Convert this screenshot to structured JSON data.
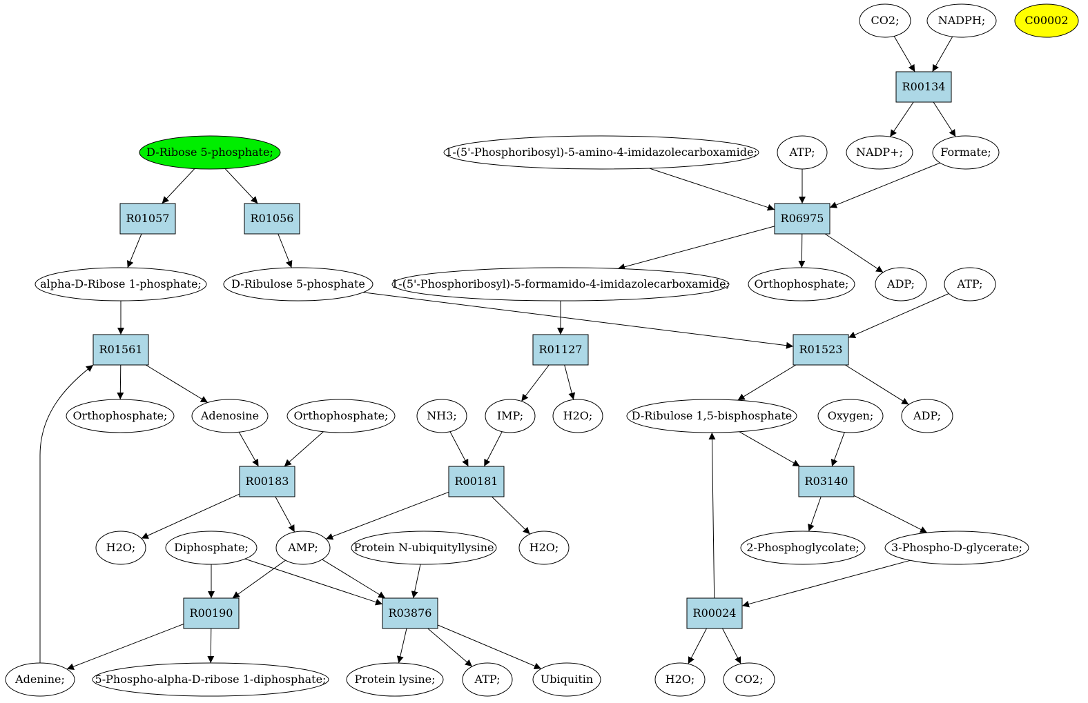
{
  "colors": {
    "reaction_fill": "#add8e6",
    "compound_fill": "#ffffff",
    "highlight_green": "#00ee00",
    "highlight_yellow": "#ffff00",
    "stroke": "#000000"
  },
  "nodes": {
    "co2_a": {
      "label": "CO2;",
      "kind": "compound"
    },
    "nadph": {
      "label": "NADPH;",
      "kind": "compound"
    },
    "c00002": {
      "label": "C00002",
      "kind": "compound",
      "highlight": "yellow"
    },
    "r00134": {
      "label": "R00134",
      "kind": "reaction"
    },
    "nadp": {
      "label": "NADP+;",
      "kind": "compound"
    },
    "formate": {
      "label": "Formate;",
      "kind": "compound"
    },
    "aicar": {
      "label": "1-(5'-Phosphoribosyl)-5-amino-4-imidazolecarboxamide;",
      "kind": "compound"
    },
    "atp_a": {
      "label": "ATP;",
      "kind": "compound"
    },
    "r06975": {
      "label": "R06975",
      "kind": "reaction"
    },
    "r5p": {
      "label": "D-Ribose 5-phosphate;",
      "kind": "compound",
      "highlight": "green"
    },
    "r01057": {
      "label": "R01057",
      "kind": "reaction"
    },
    "r01056": {
      "label": "R01056",
      "kind": "reaction"
    },
    "ar1p": {
      "label": "alpha-D-Ribose 1-phosphate;",
      "kind": "compound"
    },
    "ru5p": {
      "label": "D-Ribulose 5-phosphate",
      "kind": "compound"
    },
    "faicar": {
      "label": "1-(5'-Phosphoribosyl)-5-formamido-4-imidazolecarboxamide;",
      "kind": "compound"
    },
    "ortho_a": {
      "label": "Orthophosphate;",
      "kind": "compound"
    },
    "adp_a": {
      "label": "ADP;",
      "kind": "compound"
    },
    "atp_b": {
      "label": "ATP;",
      "kind": "compound"
    },
    "r01561": {
      "label": "R01561",
      "kind": "reaction"
    },
    "r01127": {
      "label": "R01127",
      "kind": "reaction"
    },
    "r01523": {
      "label": "R01523",
      "kind": "reaction"
    },
    "ortho_b": {
      "label": "Orthophosphate;",
      "kind": "compound"
    },
    "adenosine": {
      "label": "Adenosine",
      "kind": "compound"
    },
    "ortho_c": {
      "label": "Orthophosphate;",
      "kind": "compound"
    },
    "nh3": {
      "label": "NH3;",
      "kind": "compound"
    },
    "imp": {
      "label": "IMP;",
      "kind": "compound"
    },
    "h2o_a": {
      "label": "H2O;",
      "kind": "compound"
    },
    "rubp": {
      "label": "D-Ribulose 1,5-bisphosphate",
      "kind": "compound"
    },
    "oxygen": {
      "label": "Oxygen;",
      "kind": "compound"
    },
    "adp_b": {
      "label": "ADP;",
      "kind": "compound"
    },
    "r00183": {
      "label": "R00183",
      "kind": "reaction"
    },
    "r00181": {
      "label": "R00181",
      "kind": "reaction"
    },
    "r03140": {
      "label": "R03140",
      "kind": "reaction"
    },
    "h2o_b": {
      "label": "H2O;",
      "kind": "compound"
    },
    "diphosphate": {
      "label": "Diphosphate;",
      "kind": "compound"
    },
    "amp": {
      "label": "AMP;",
      "kind": "compound"
    },
    "pnul": {
      "label": "Protein N-ubiquityllysine",
      "kind": "compound"
    },
    "h2o_c": {
      "label": "H2O;",
      "kind": "compound"
    },
    "pg2": {
      "label": "2-Phosphoglycolate;",
      "kind": "compound"
    },
    "pga3": {
      "label": "3-Phospho-D-glycerate;",
      "kind": "compound"
    },
    "r00190": {
      "label": "R00190",
      "kind": "reaction"
    },
    "r03876": {
      "label": "R03876",
      "kind": "reaction"
    },
    "r00024": {
      "label": "R00024",
      "kind": "reaction"
    },
    "adenine": {
      "label": "Adenine;",
      "kind": "compound"
    },
    "prpp": {
      "label": "5-Phospho-alpha-D-ribose 1-diphosphate;",
      "kind": "compound"
    },
    "plys": {
      "label": "Protein lysine;",
      "kind": "compound"
    },
    "atp_c": {
      "label": "ATP;",
      "kind": "compound"
    },
    "ubiquitin": {
      "label": "Ubiquitin",
      "kind": "compound"
    },
    "h2o_d": {
      "label": "H2O;",
      "kind": "compound"
    },
    "co2_b": {
      "label": "CO2;",
      "kind": "compound"
    }
  },
  "edges": [
    [
      "co2_a",
      "r00134"
    ],
    [
      "nadph",
      "r00134"
    ],
    [
      "r00134",
      "nadp"
    ],
    [
      "r00134",
      "formate"
    ],
    [
      "aicar",
      "r06975"
    ],
    [
      "atp_a",
      "r06975"
    ],
    [
      "formate",
      "r06975"
    ],
    [
      "r06975",
      "faicar"
    ],
    [
      "r06975",
      "ortho_a"
    ],
    [
      "r06975",
      "adp_a"
    ],
    [
      "r5p",
      "r01057"
    ],
    [
      "r5p",
      "r01056"
    ],
    [
      "r01057",
      "ar1p"
    ],
    [
      "r01056",
      "ru5p"
    ],
    [
      "ar1p",
      "r01561"
    ],
    [
      "ru5p",
      "r01523"
    ],
    [
      "atp_b",
      "r01523"
    ],
    [
      "faicar",
      "r01127"
    ],
    [
      "r01561",
      "ortho_b"
    ],
    [
      "r01561",
      "adenosine"
    ],
    [
      "r01127",
      "imp"
    ],
    [
      "r01127",
      "h2o_a"
    ],
    [
      "r01523",
      "rubp"
    ],
    [
      "r01523",
      "adp_b"
    ],
    [
      "adenosine",
      "r00183"
    ],
    [
      "ortho_c",
      "r00183"
    ],
    [
      "nh3",
      "r00181"
    ],
    [
      "imp",
      "r00181"
    ],
    [
      "rubp",
      "r03140"
    ],
    [
      "oxygen",
      "r03140"
    ],
    [
      "r00183",
      "h2o_b"
    ],
    [
      "r00183",
      "amp"
    ],
    [
      "r00181",
      "amp"
    ],
    [
      "r00181",
      "h2o_c"
    ],
    [
      "r03140",
      "pg2"
    ],
    [
      "r03140",
      "pga3"
    ],
    [
      "diphosphate",
      "r00190"
    ],
    [
      "amp",
      "r00190"
    ],
    [
      "diphosphate",
      "r03876"
    ],
    [
      "amp",
      "r03876"
    ],
    [
      "pnul",
      "r03876"
    ],
    [
      "pga3",
      "r00024"
    ],
    [
      "r00190",
      "adenine"
    ],
    [
      "r00190",
      "prpp"
    ],
    [
      "r03876",
      "plys"
    ],
    [
      "r03876",
      "atp_c"
    ],
    [
      "r03876",
      "ubiquitin"
    ],
    [
      "r00024",
      "h2o_d"
    ],
    [
      "r00024",
      "co2_b"
    ],
    [
      "r00024",
      "rubp"
    ],
    [
      "adenine",
      "r01561"
    ]
  ]
}
